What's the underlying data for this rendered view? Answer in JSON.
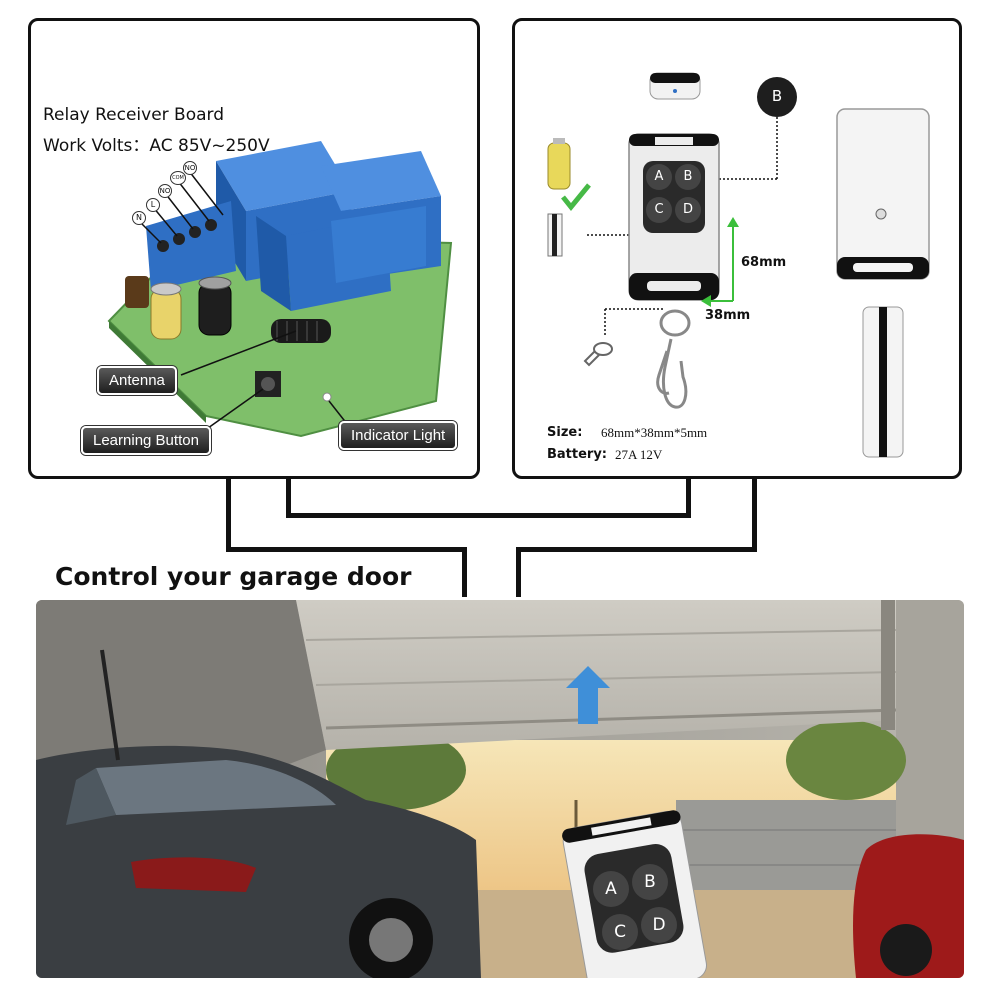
{
  "receiver": {
    "title": "Relay Receiver Board",
    "work_volts": "Work Volts：AC 85V~250V",
    "terminals": [
      "N",
      "L",
      "NO",
      "COM",
      "NO"
    ],
    "callouts": {
      "antenna": "Antenna",
      "learning_button": "Learning Button",
      "indicator_light": "Indicator Light"
    }
  },
  "remote": {
    "buttons": [
      "A",
      "B",
      "C",
      "D"
    ],
    "side_button": "B",
    "height_dim": "68mm",
    "width_dim": "38mm",
    "size_label": "Size:",
    "size_value": "68mm*38mm*5mm",
    "battery_label": "Battery:",
    "battery_value": "27A 12V"
  },
  "headline": "Control your garage door",
  "colors": {
    "relay_blue": "#2f6fc4",
    "pcb_green": "#7fbf6a",
    "dimension_green": "#3bbf3b",
    "arrow_blue": "#3f8fd8"
  }
}
